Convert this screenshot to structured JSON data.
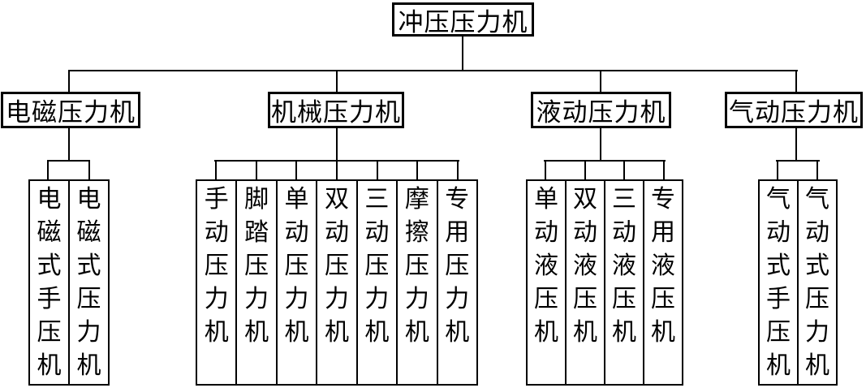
{
  "diagram": {
    "root": {
      "label": "冲压压力机"
    },
    "branches": [
      {
        "label": "电磁压力机",
        "children": [
          "电磁式手压机",
          "电磁式压力机"
        ]
      },
      {
        "label": "机械压力机",
        "children": [
          "手动压力机",
          "脚踏压力机",
          "单动压力机",
          "双动压力机",
          "三动压力机",
          "摩擦压力机",
          "专用压力机"
        ]
      },
      {
        "label": "液动压力机",
        "children": [
          "单动液压机",
          "双动液压机",
          "三动液压机",
          "专用液压机"
        ]
      },
      {
        "label": "气动压力机",
        "children": [
          "气动式手压机",
          "气动式压力机"
        ]
      }
    ],
    "colors": {
      "line": "#000000",
      "box_border": "#000000",
      "background": "#ffffff",
      "text": "#000000"
    }
  }
}
